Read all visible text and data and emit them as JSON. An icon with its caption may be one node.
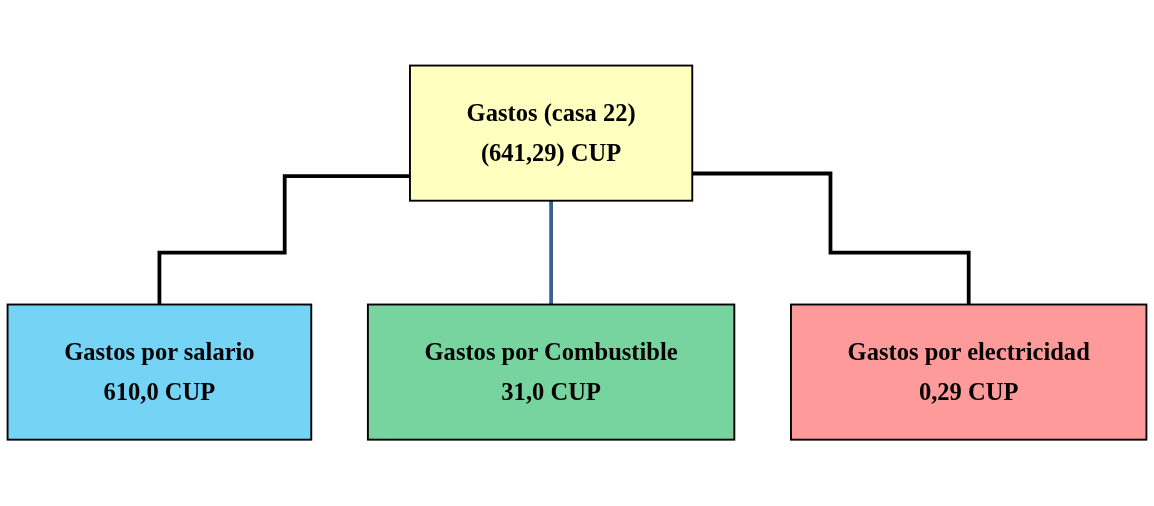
{
  "diagram": {
    "nodes": [
      {
        "text": [
          "Gastos (casa 22)",
          "(641,29) CUP"
        ]
      },
      {
        "text": [
          "Gastos por salario",
          "610,0 CUP"
        ]
      },
      {
        "text": [
          "Gastos por Combustible",
          "31,0 CUP"
        ]
      },
      {
        "text": [
          "Gastos por electricidad",
          "0,29 CUP"
        ]
      }
    ],
    "edges": [
      {
        "from": 0,
        "to": 1,
        "arrow": "none"
      },
      {
        "from": 0,
        "to": 2,
        "arrow": "none",
        "color": "#3d5f94"
      },
      {
        "from": 0,
        "to": 3,
        "arrow": "none"
      }
    ]
  }
}
